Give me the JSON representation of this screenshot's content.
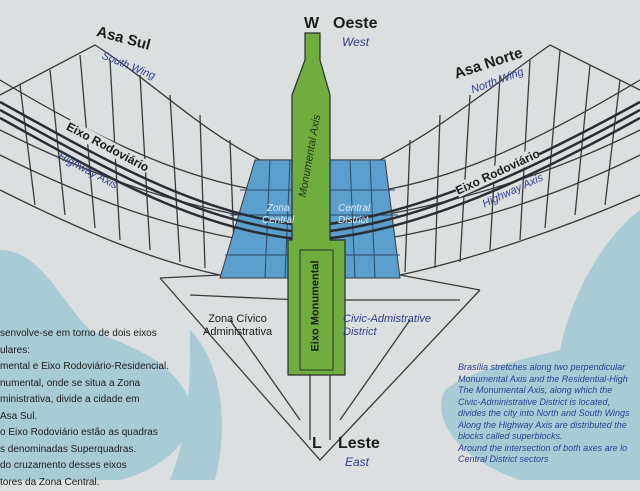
{
  "colors": {
    "background": "#dcdfe0",
    "water": "#a9cbd6",
    "central_zone": "#5b9fce",
    "monumental_axis": "#6fae3e",
    "highway": "#2a2d33",
    "blocks": "#3a3a3a"
  },
  "compass": {
    "north_letter": "W",
    "north_pt": "Oeste",
    "north_en": "West",
    "south_letter": "L",
    "south_pt": "Leste",
    "south_en": "East"
  },
  "wings": {
    "south_pt": "Asa Sul",
    "south_en": "South Wing",
    "north_pt": "Asa Norte",
    "north_en": "North Wing"
  },
  "axes": {
    "highway_pt": "Eixo Rodoviário",
    "highway_en": "Highway Axis",
    "monumental_pt": "Eixo Monumental",
    "monumental_en": "Monumental Axis"
  },
  "zones": {
    "central_pt": [
      "Zona",
      "Central"
    ],
    "central_en": [
      "Central",
      "District"
    ],
    "civic_pt": [
      "Zona Cívico",
      "Administrativa"
    ],
    "civic_en": [
      "Civic-Admistrative",
      "District"
    ]
  },
  "text_pt": [
    "senvolve-se em torno de dois eixos",
    "ulares:",
    "mental e Eixo Rodoviário-Residencial.",
    "numental, onde se situa a Zona",
    "ministrativa, divide a cidade em",
    "Asa Sul.",
    "o Eixo Rodoviário estão as quadras",
    "s denominadas Superquadras.",
    "do cruzamento desses eixos",
    "tores da Zona Central."
  ],
  "text_en": [
    "Brasília stretches along two perpendicular",
    "Monumental Axis and the Residential-High",
    "The Monumental Axis, along which the",
    "Civic-Administrative District is located,",
    "divides the city into North and South Wings",
    "Along the Highway Axis are distributed the",
    "blocks called superblocks.",
    "Around the intersection of both axes are lo",
    "Central District sectors"
  ]
}
